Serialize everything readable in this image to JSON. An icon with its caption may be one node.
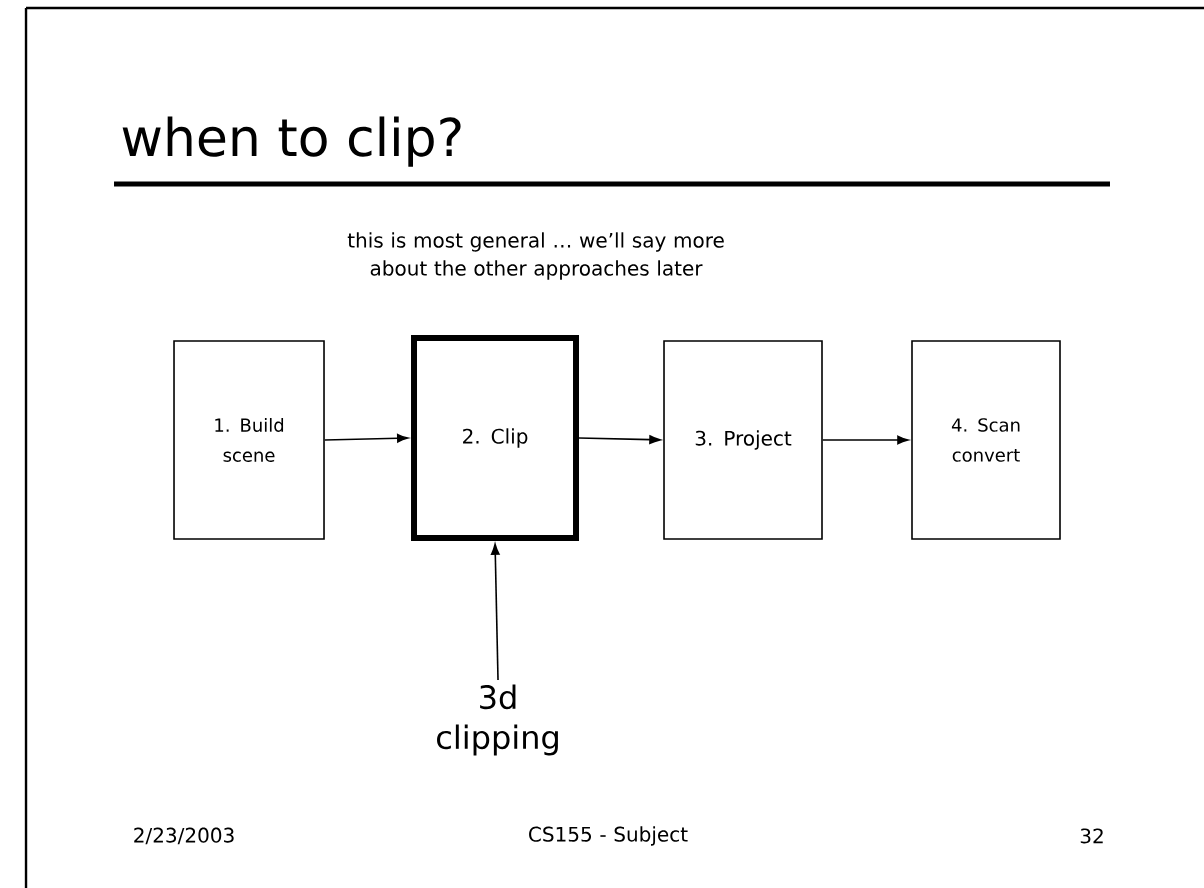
{
  "diagram": {
    "title": "when to clip?",
    "nodes": [
      {
        "text": [
          "1. Build scene"
        ]
      },
      {
        "text": [
          "2. Clip"
        ]
      },
      {
        "text": [
          "3. Project"
        ]
      },
      {
        "text": [
          "4. Scan convert"
        ]
      },
      {
        "text": [
          "3d clipping"
        ]
      }
    ],
    "edges": [
      {
        "from": 0,
        "to": 1,
        "arrow": "to"
      },
      {
        "from": 1,
        "to": 2,
        "arrow": "to"
      },
      {
        "from": 2,
        "to": 3,
        "arrow": "to"
      },
      {
        "from": 4,
        "to": 1,
        "arrow": "to"
      }
    ],
    "labels": [
      "this is most general … we’ll say more about the other approaches later",
      "2/23/2003",
      "CS155 - Subject",
      "32"
    ]
  }
}
